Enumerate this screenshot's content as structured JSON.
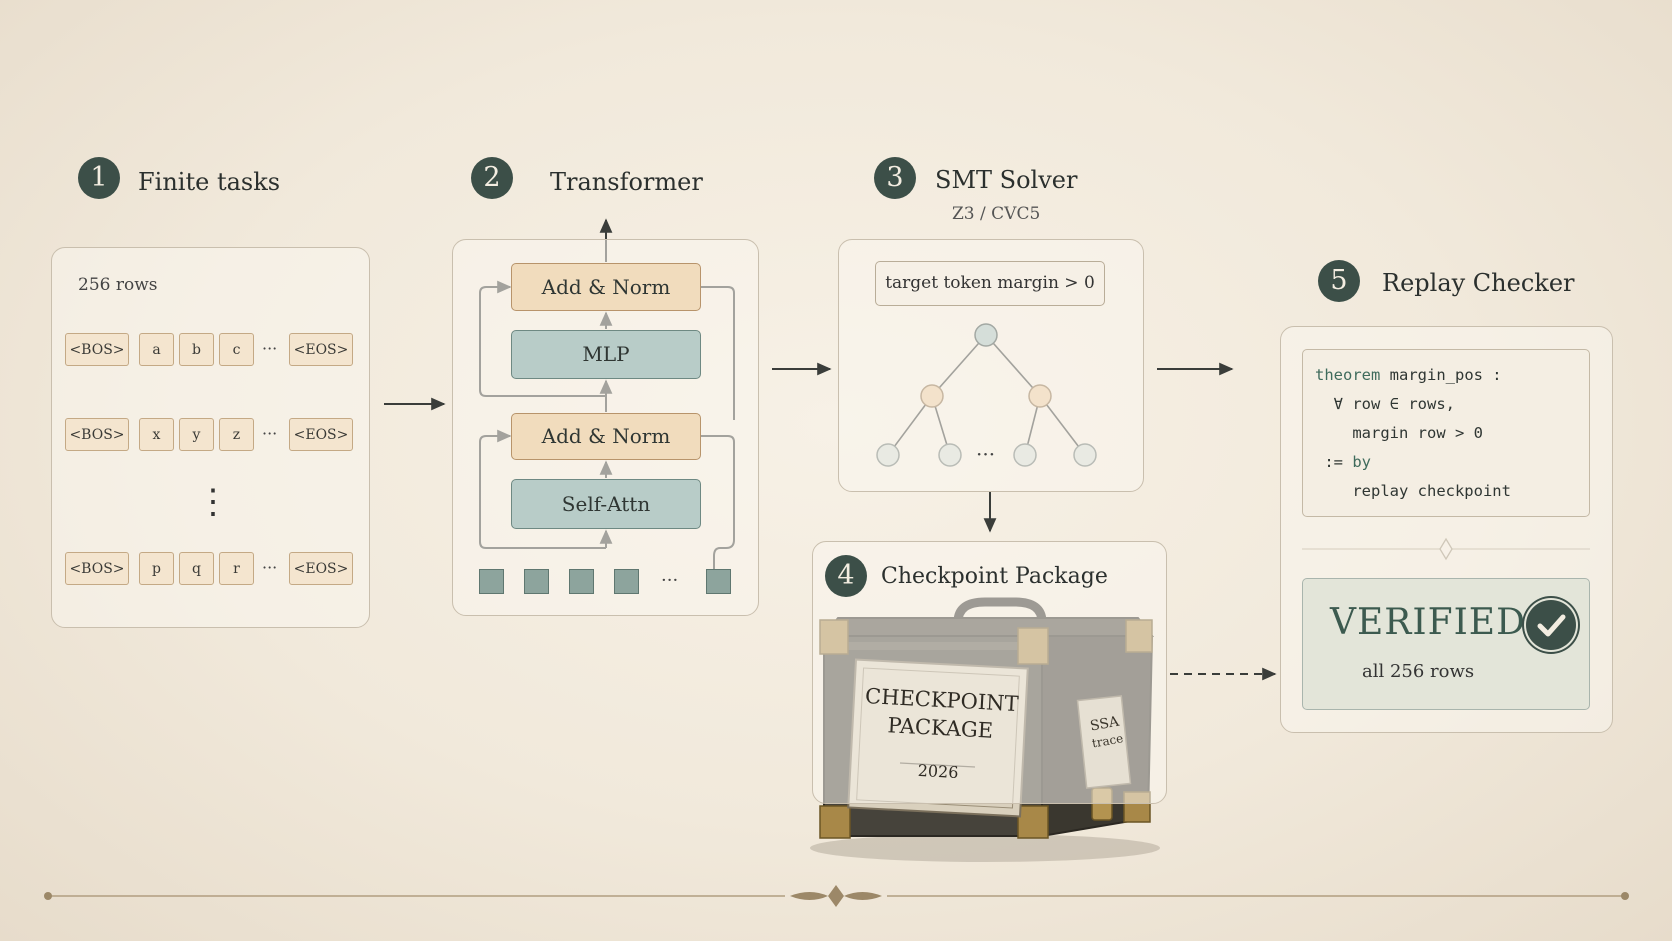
{
  "steps": {
    "tasks": {
      "num": "1",
      "title": "Finite tasks",
      "rows_label": "256 rows",
      "rows": [
        [
          "<BOS>",
          "a",
          "b",
          "c",
          "···",
          "<EOS>"
        ],
        [
          "<BOS>",
          "x",
          "y",
          "z",
          "···",
          "<EOS>"
        ],
        [
          "<BOS>",
          "p",
          "q",
          "r",
          "···",
          "<EOS>"
        ]
      ],
      "vdots": "⋮"
    },
    "transformer": {
      "num": "2",
      "title": "Transformer",
      "blocks": {
        "norm_top": "Add & Norm",
        "mlp": "MLP",
        "norm_bottom": "Add & Norm",
        "attn": "Self-Attn"
      },
      "token_dots": "···"
    },
    "solver": {
      "num": "3",
      "title": "SMT Solver",
      "subtitle": "Z3 / CVC5",
      "query": "target token margin > 0",
      "tree_dots": "···"
    },
    "package": {
      "num": "4",
      "title": "Checkpoint Package",
      "label_line1": "CHECKPOINT",
      "label_line2": "PACKAGE",
      "year": "2026",
      "tag_line1": "SSA",
      "tag_line2": "trace"
    },
    "checker": {
      "num": "5",
      "title": "Replay Checker",
      "code": {
        "l1_kw": "theorem",
        "l1_rest": " margin_pos :",
        "l2": "  ∀ row ∈ rows,",
        "l3": "    margin row > 0",
        "l4_op": " := ",
        "l4_kw": "by",
        "l5": "    replay checkpoint"
      },
      "verified": "VERIFIED",
      "verified_sub": "all 256 rows"
    }
  },
  "colors": {
    "accent": "#3c4f48",
    "paper": "#f3ece0",
    "norm": "#f1dcbd",
    "mlp": "#b8ccc8",
    "token": "#f4e5cf",
    "code_keyword": "#3f6b5c"
  }
}
